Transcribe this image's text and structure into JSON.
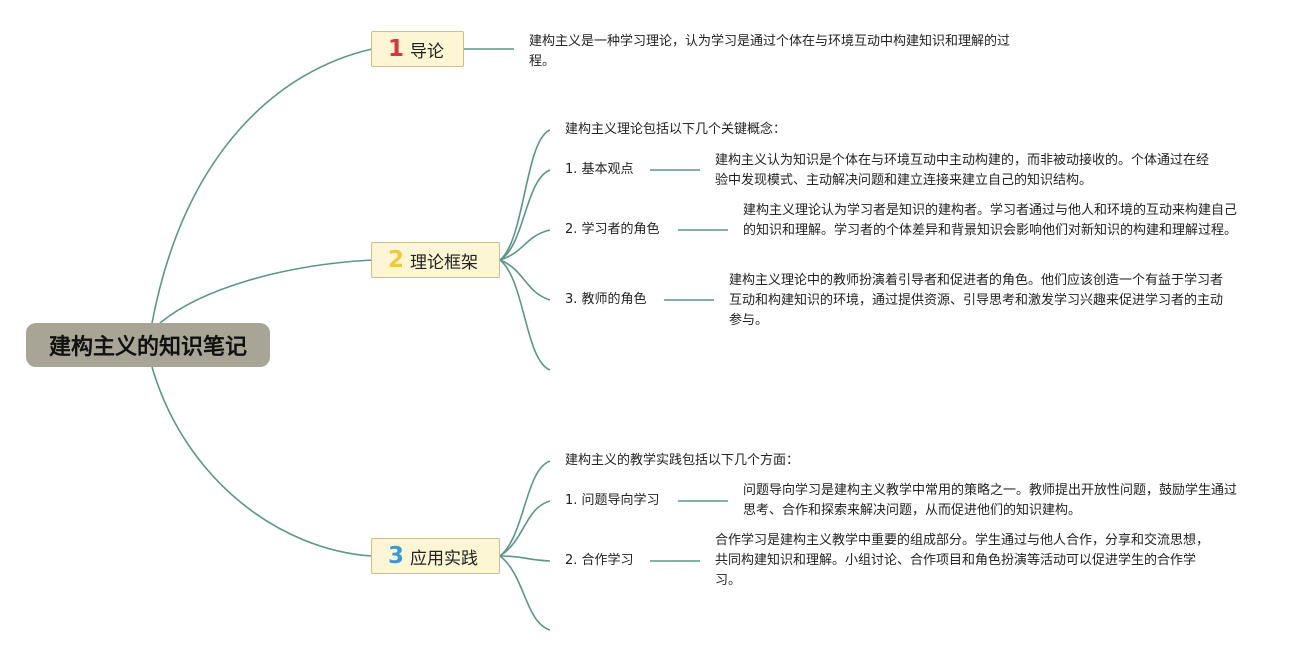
{
  "title": "建构主义的知识笔记",
  "colors": {
    "line": "#5c9688",
    "root_bg": "#a8a596",
    "branch_bg": "#fdf6d4"
  },
  "branches": [
    {
      "num": "1",
      "num_color": "#d9363e",
      "label": "导论",
      "desc": "建构主义是一种学习理论，认为学习是通过个体在与环境互动中构建知识和理解的过程。"
    },
    {
      "num": "2",
      "num_color": "#f0c93c",
      "label": "理论框架",
      "intro": "建构主义理论包括以下几个关键概念：",
      "items": [
        {
          "label": "1. 基本观点",
          "desc": "建构主义认为知识是个体在与环境互动中主动构建的，而非被动接收的。个体通过在经验中发现模式、主动解决问题和建立连接来建立自己的知识结构。"
        },
        {
          "label": "2. 学习者的角色",
          "desc": "建构主义理论认为学习者是知识的建构者。学习者通过与他人和环境的互动来构建自己的知识和理解。学习者的个体差异和背景知识会影响他们对新知识的构建和理解过程。"
        },
        {
          "label": "3. 教师的角色",
          "desc": "建构主义理论中的教师扮演着引导者和促进者的角色。他们应该创造一个有益于学习者互动和构建知识的环境，通过提供资源、引导思考和激发学习兴趣来促进学习者的主动参与。"
        }
      ]
    },
    {
      "num": "3",
      "num_color": "#3a9ad8",
      "label": "应用实践",
      "intro": "建构主义的教学实践包括以下几个方面：",
      "items": [
        {
          "label": "1. 问题导向学习",
          "desc": "问题导向学习是建构主义教学中常用的策略之一。教师提出开放性问题，鼓励学生通过思考、合作和探索来解决问题，从而促进他们的知识建构。"
        },
        {
          "label": "2. 合作学习",
          "desc": "合作学习是建构主义教学中重要的组成部分。学生通过与他人合作，分享和交流思想，共同构建知识和理解。小组讨论、合作项目和角色扮演等活动可以促进学生的合作学习。"
        }
      ]
    }
  ]
}
